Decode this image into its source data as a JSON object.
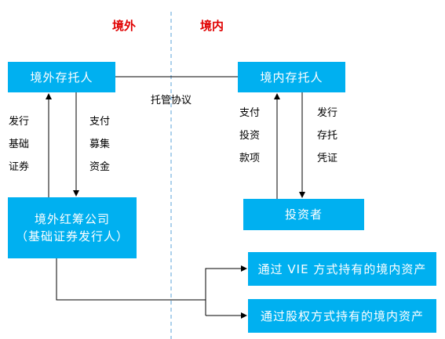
{
  "regions": {
    "offshore": "境外",
    "onshore": "境内"
  },
  "nodes": {
    "offshore_custodian": "境外存托人",
    "onshore_custodian": "境内存托人",
    "red_chip_line1": "境外红筹公司",
    "red_chip_line2": "（基础证券发行人）",
    "investor": "投资者",
    "asset_vie": "通过 VIE 方式持有的境内资产",
    "asset_equity": "通过股权方式持有的境内资产"
  },
  "edge_labels": {
    "custody_agreement": "托管协议",
    "issue_securities": [
      "发行",
      "基础",
      "证券"
    ],
    "pay_funds": [
      "支付",
      "募集",
      "资金"
    ],
    "pay_money": [
      "支付",
      "投资",
      "款项"
    ],
    "issue_receipts": [
      "发行",
      "存托",
      "凭证"
    ]
  },
  "colors": {
    "node_fill": "#00B0F0",
    "node_text": "#FFFFFF",
    "region_text": "#E00000",
    "divider": "#5BA3D9",
    "line": "#000000"
  }
}
